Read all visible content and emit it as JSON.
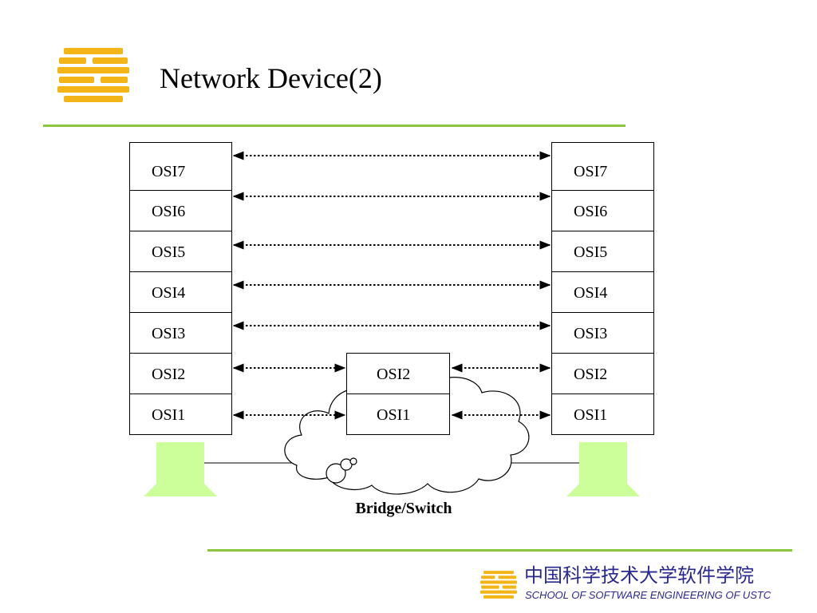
{
  "slide": {
    "title": "Network Device(2)",
    "caption": "Bridge/Switch"
  },
  "stacks": {
    "left": [
      "OSI7",
      "OSI6",
      "OSI5",
      "OSI4",
      "OSI3",
      "OSI2",
      "OSI1"
    ],
    "right": [
      "OSI7",
      "OSI6",
      "OSI5",
      "OSI4",
      "OSI3",
      "OSI2",
      "OSI1"
    ],
    "middle": [
      "OSI2",
      "OSI1"
    ]
  },
  "footer": {
    "school_cn": "中国科学技术大学软件学院",
    "school_en": "SCHOOL OF SOFTWARE ENGINEERING OF USTC"
  },
  "colors": {
    "logo": "#f3b417",
    "rule": "#8cc63f",
    "host": "#ccff99",
    "dotted_arrow": "#000000",
    "text_cn": "#2a2a8a",
    "text_en": "#2a2a8a"
  }
}
